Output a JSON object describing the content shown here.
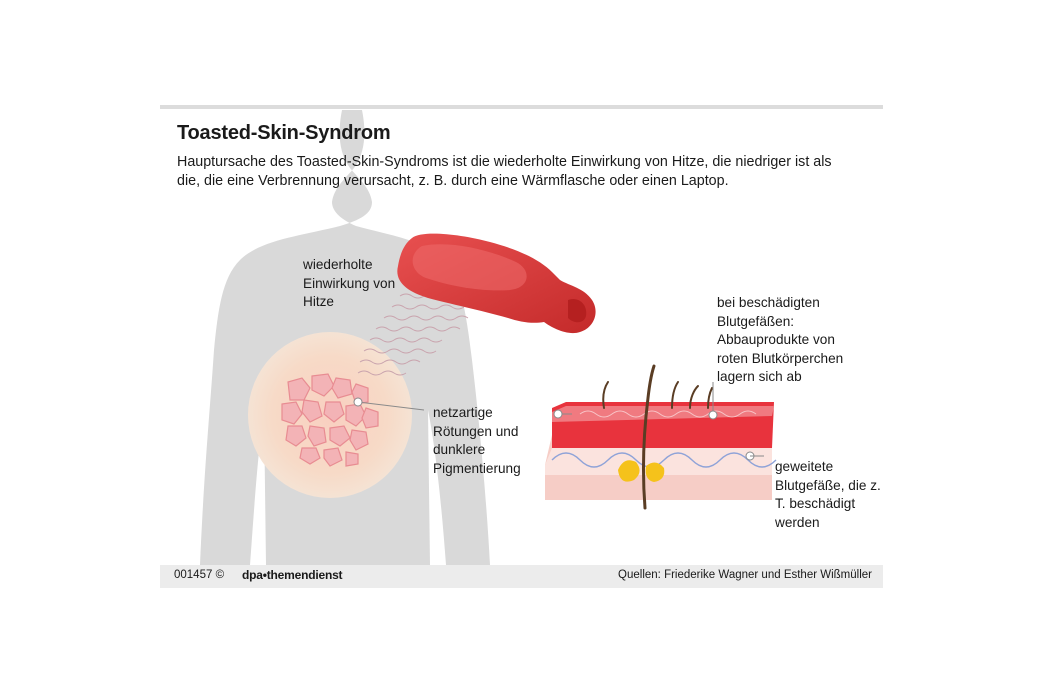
{
  "title": "Toasted-Skin-Syndrom",
  "subtitle": "Hauptursache des Toasted-Skin-Syndroms ist die wiederholte Einwirkung von Hitze, die niedriger ist als die, die eine Verbrennung verursacht, z. B. durch eine Wärmflasche oder einen Laptop.",
  "labels": {
    "heat": "wiederholte Einwirkung von Hitze",
    "redness": "netzartige Rötungen und dunklere Pigmentierung",
    "vessels_damaged": "bei beschädigten Blutgefäßen: Abbauprodukte von roten Blutkörperchen lagern sich ab",
    "vessels_widened": "geweitete Blutgefäße, die z. T. beschädigt werden"
  },
  "footer": {
    "id": "001457 ©",
    "brand": "dpa•themendienst",
    "sources": "Quellen: Friederike Wagner und Esther Wißmüller"
  },
  "colors": {
    "silhouette": "#d9d9d9",
    "skin_glow": "#f7d9c3",
    "redness": "#f2a9ae",
    "hot_water_bottle": "#d93b3b",
    "skin_surface": "#e8333d",
    "dermis": "#f6c9c2",
    "hair": "#5a3d24",
    "fat": "#f5c21b",
    "footer_bg": "#ececec"
  }
}
